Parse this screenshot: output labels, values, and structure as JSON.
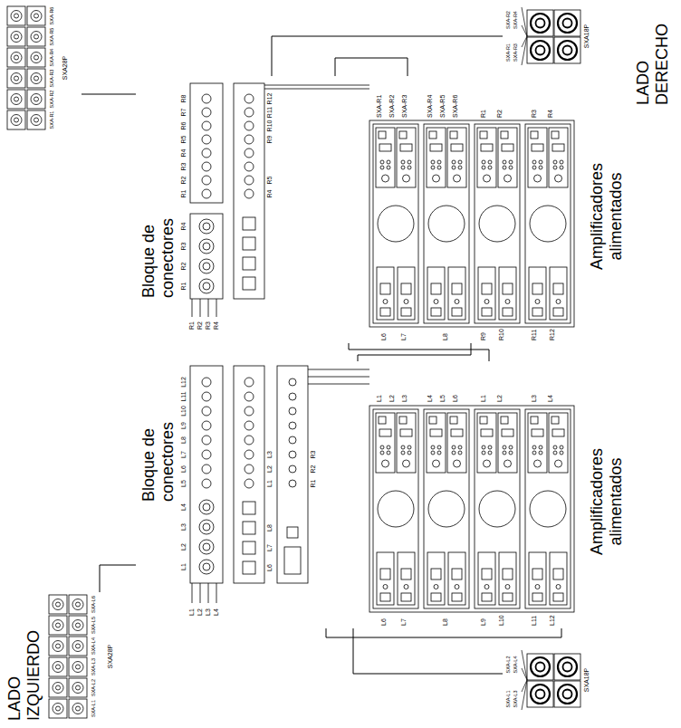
{
  "diagram": {
    "nodes": [
      {
        "text": [
          "SXA28P"
        ]
      },
      {
        "text": [
          "Bloque de conectores"
        ]
      },
      {
        "text": [
          "Amplificadores alimentados"
        ]
      },
      {
        "text": [
          "SXA18P"
        ]
      },
      {
        "text": [
          "SXA28P"
        ]
      },
      {
        "text": [
          "Bloque de conectores"
        ]
      },
      {
        "text": [
          "Amplificadores alimentados"
        ]
      },
      {
        "text": [
          "SXA18P"
        ]
      }
    ],
    "edges": [
      {
        "from": 0,
        "to": 1,
        "arrow": "none"
      },
      {
        "from": 3,
        "to": 1,
        "arrow": "none"
      },
      {
        "from": 1,
        "to": 2,
        "arrow": "none"
      },
      {
        "from": 4,
        "to": 5,
        "arrow": "none"
      },
      {
        "from": 7,
        "to": 5,
        "arrow": "none"
      },
      {
        "from": 5,
        "to": 6,
        "arrow": "none"
      },
      {
        "from": 1,
        "to": 6,
        "arrow": "none"
      },
      {
        "from": 5,
        "to": 2,
        "arrow": "none"
      }
    ],
    "labels": [
      "LADO IZQUIERDO",
      "LADO DERECHO",
      "SXA-L1",
      "SXA-L2",
      "SXA-L3",
      "SXA-L4",
      "SXA-L5",
      "SXA-L6",
      "SXA-L1",
      "SXA-L2",
      "SXA-L3",
      "SXA-L4",
      "SXA-R1",
      "SXA-R2",
      "SXA-R3",
      "SXA-R4",
      "SXA-R5",
      "SXA-R6",
      "SXA-R1",
      "SXA-R2",
      "SXA-R3",
      "SXA-R4",
      "L1",
      "L2",
      "L3",
      "L4",
      "L1",
      "L2",
      "L3",
      "L4",
      "L5",
      "L6",
      "L7",
      "L8",
      "L9",
      "L10",
      "L11",
      "L12",
      "L6",
      "L7",
      "L8",
      "L1",
      "L2",
      "L3",
      "R1",
      "R2",
      "R3",
      "L1",
      "L2",
      "L3",
      "L4",
      "L5",
      "L6",
      "L1",
      "L2",
      "L3",
      "L4",
      "L6",
      "L7",
      "L8",
      "L9",
      "L10",
      "L11",
      "L12",
      "R1",
      "R2",
      "R3",
      "R4",
      "R1",
      "R2",
      "R3",
      "R4",
      "R1",
      "R2",
      "R3",
      "R4",
      "R5",
      "R6",
      "R7",
      "R8",
      "R4",
      "R5",
      "R9",
      "R10",
      "R11",
      "R12",
      "SXA-R1",
      "SXA-R2",
      "SXA-R3",
      "SXA-R4",
      "SXA-R5",
      "SXA-R6",
      "R1",
      "R2",
      "R3",
      "R4",
      "L6",
      "L7",
      "L8",
      "R9",
      "R10",
      "R11",
      "R12"
    ]
  }
}
